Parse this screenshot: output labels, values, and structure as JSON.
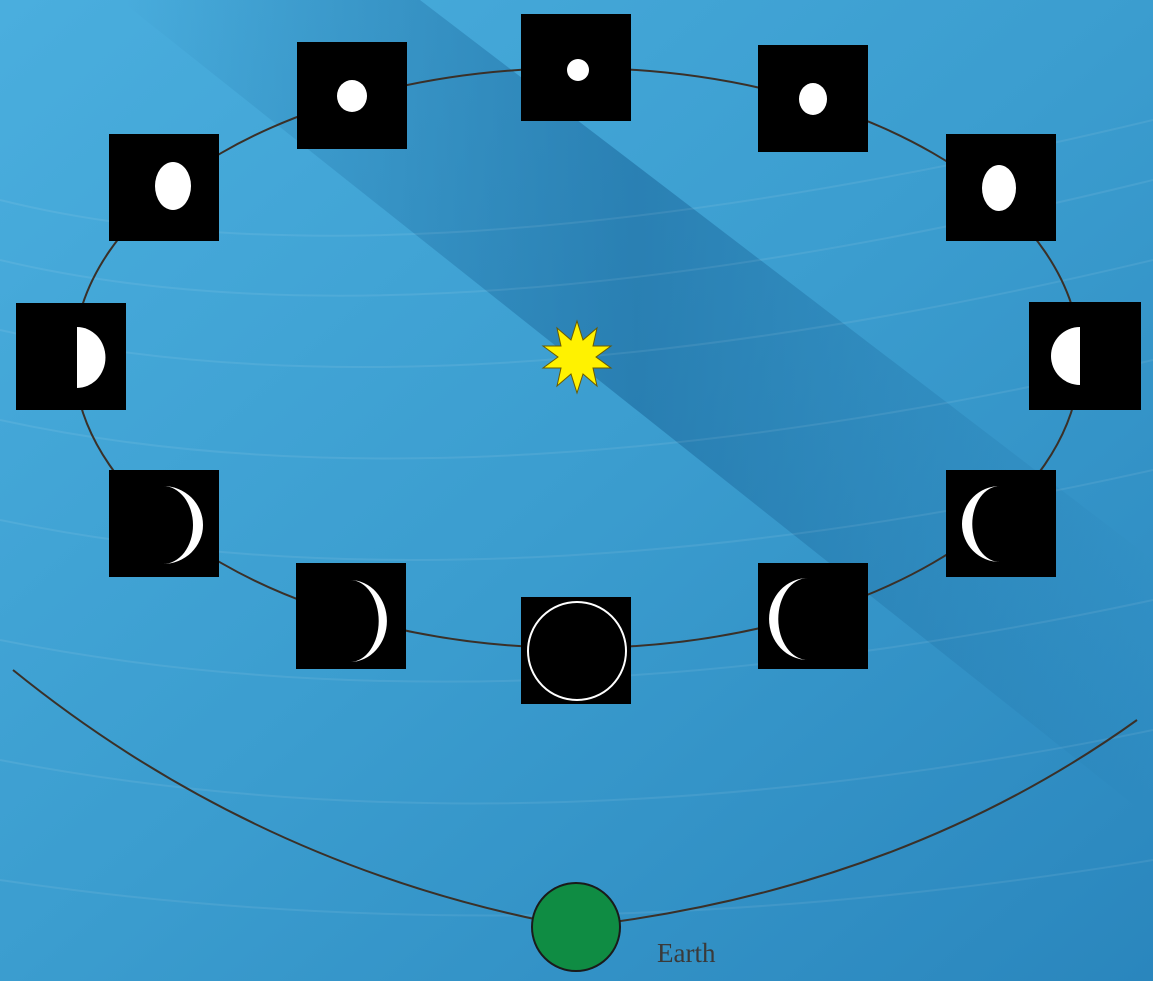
{
  "diagram": {
    "earth_label": "Earth",
    "colors": {
      "background_base": "#3a9ccd",
      "background_dark": "#1f6fa3",
      "orbit_line": "#3a3028",
      "phase_box": "#000000",
      "phase_lit": "#ffffff",
      "earth": "#0f8c43",
      "sun": "#fff200"
    },
    "icons": {
      "sun": "sun-icon",
      "earth": "earth-icon"
    },
    "phases": [
      {
        "name": "full-phase-top",
        "illuminated": "small-full"
      },
      {
        "name": "gibbous-right-1",
        "illuminated": "full"
      },
      {
        "name": "gibbous-right-2",
        "illuminated": "full"
      },
      {
        "name": "quarter-right",
        "illuminated": "half-left-lit"
      },
      {
        "name": "crescent-right-1",
        "illuminated": "crescent-left"
      },
      {
        "name": "crescent-right-2",
        "illuminated": "crescent-left"
      },
      {
        "name": "new-phase-bottom",
        "illuminated": "new"
      },
      {
        "name": "crescent-left-2",
        "illuminated": "crescent-right"
      },
      {
        "name": "crescent-left-1",
        "illuminated": "crescent-right"
      },
      {
        "name": "quarter-left",
        "illuminated": "half-right-lit"
      },
      {
        "name": "gibbous-left-2",
        "illuminated": "full"
      },
      {
        "name": "gibbous-left-1",
        "illuminated": "full"
      }
    ]
  }
}
